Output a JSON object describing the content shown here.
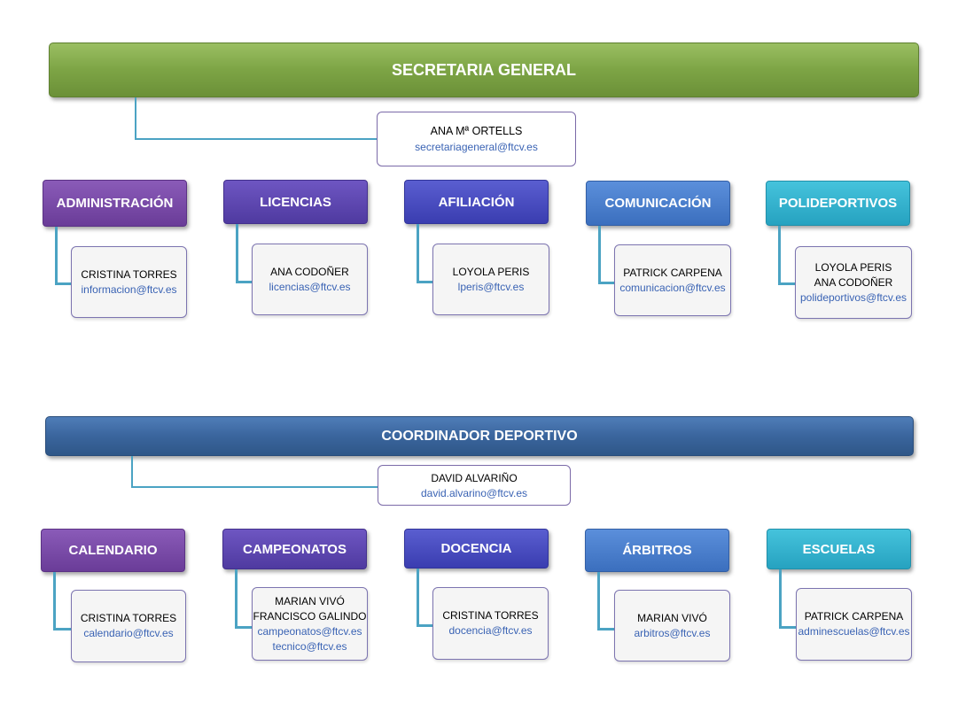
{
  "secretaria": {
    "title": "SECRETARIA GENERAL",
    "head": {
      "name": "ANA Mª ORTELLS",
      "email": "secretariageneral@ftcv.es"
    },
    "depts": [
      {
        "label": "ADMINISTRACIÓN",
        "names": [
          "CRISTINA TORRES"
        ],
        "emails": [
          "informacion@ftcv.es"
        ]
      },
      {
        "label": "LICENCIAS",
        "names": [
          "ANA CODOÑER"
        ],
        "emails": [
          "licencias@ftcv.es"
        ]
      },
      {
        "label": "AFILIACIÓN",
        "names": [
          "LOYOLA PERIS"
        ],
        "emails": [
          "lperis@ftcv.es"
        ]
      },
      {
        "label": "COMUNICACIÓN",
        "names": [
          "PATRICK CARPENA"
        ],
        "emails": [
          "comunicacion@ftcv.es"
        ]
      },
      {
        "label": "POLIDEPORTIVOS",
        "names": [
          "LOYOLA PERIS",
          "ANA CODOÑER"
        ],
        "emails": [
          "polideportivos@ftcv.es"
        ]
      }
    ]
  },
  "coordinador": {
    "title": "COORDINADOR DEPORTIVO",
    "head": {
      "name": "DAVID ALVARIÑO",
      "email": "david.alvarino@ftcv.es"
    },
    "depts": [
      {
        "label": "CALENDARIO",
        "names": [
          "CRISTINA TORRES"
        ],
        "emails": [
          "calendario@ftcv.es"
        ]
      },
      {
        "label": "CAMPEONATOS",
        "names": [
          "MARIAN VIVÓ",
          "FRANCISCO GALINDO"
        ],
        "emails": [
          "campeonatos@ftcv.es",
          "tecnico@ftcv.es"
        ]
      },
      {
        "label": "DOCENCIA",
        "names": [
          "CRISTINA TORRES"
        ],
        "emails": [
          "docencia@ftcv.es"
        ]
      },
      {
        "label": "ÁRBITROS",
        "names": [
          "MARIAN VIVÓ"
        ],
        "emails": [
          "arbitros@ftcv.es"
        ]
      },
      {
        "label": "ESCUELAS",
        "names": [
          "PATRICK CARPENA"
        ],
        "emails": [
          "adminescuelas@ftcv.es"
        ]
      }
    ]
  }
}
